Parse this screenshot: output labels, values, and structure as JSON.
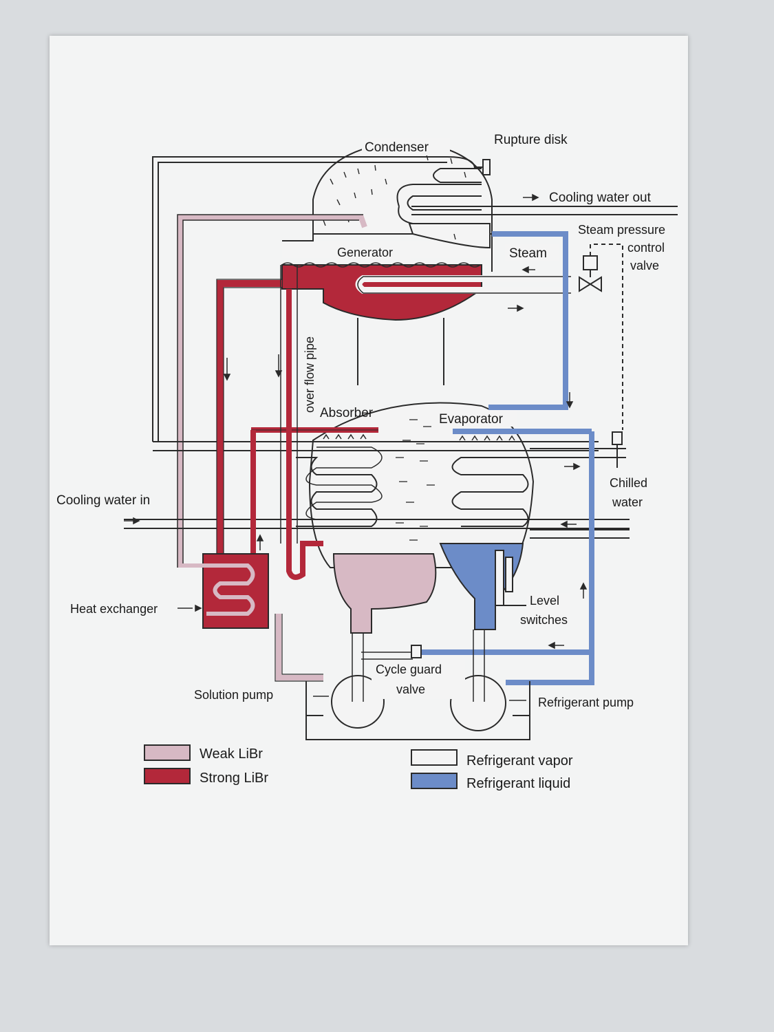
{
  "labels": {
    "condenser": "Condenser",
    "rupture_disk": "Rupture disk",
    "cooling_water_out": "Cooling water out",
    "steam_pressure_control_valve": [
      "Steam pressure",
      "control",
      "valve"
    ],
    "generator": "Generator",
    "steam": "Steam",
    "over_flow_pipe": "over flow pipe",
    "absorber": "Absorber",
    "evaporator": "Evaporator",
    "chilled_water": [
      "Chilled",
      "water"
    ],
    "cooling_water_in": "Cooling water in",
    "heat_exchanger": "Heat exchanger",
    "level_switches": [
      "Level",
      "switches"
    ],
    "cycle_guard_valve": [
      "Cycle guard",
      "valve"
    ],
    "solution_pump": "Solution pump",
    "refrigerant_pump": "Refrigerant pump"
  },
  "legend": [
    {
      "label": "Weak LiBr",
      "color": "#d7b9c4"
    },
    {
      "label": "Strong LiBr",
      "color": "#b3283a"
    },
    {
      "label": "Refrigerant vapor",
      "color": "#f4f4f4"
    },
    {
      "label": "Refrigerant liquid",
      "color": "#6c8cc8"
    }
  ],
  "colors": {
    "strong_libr": "#b3283a",
    "weak_libr": "#d7b9c4",
    "refrigerant_liquid": "#6c8cc8",
    "refrigerant_vapor": "#f4f4f4",
    "line": "#2a2a2a"
  }
}
